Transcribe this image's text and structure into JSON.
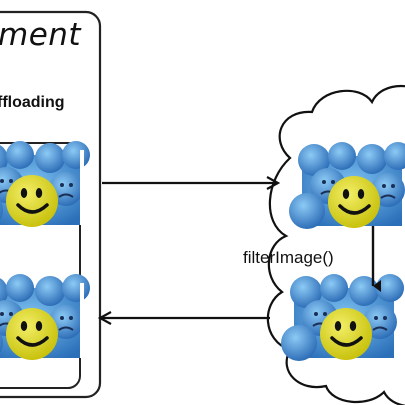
{
  "environment": {
    "title": "ment",
    "subtitle": "ffloading"
  },
  "cloud": {
    "function_label": "filterImage()"
  },
  "images": {
    "icon": "smiley-face-image",
    "colors": {
      "background": "#3a8fd8",
      "crowd": "#2f6fb8",
      "smiley": "#e4de1a",
      "highlight": "#f2ee66"
    }
  },
  "arrows": {
    "request": "arrow-right-icon",
    "response": "arrow-left-icon",
    "filter": "arrow-down-icon"
  }
}
